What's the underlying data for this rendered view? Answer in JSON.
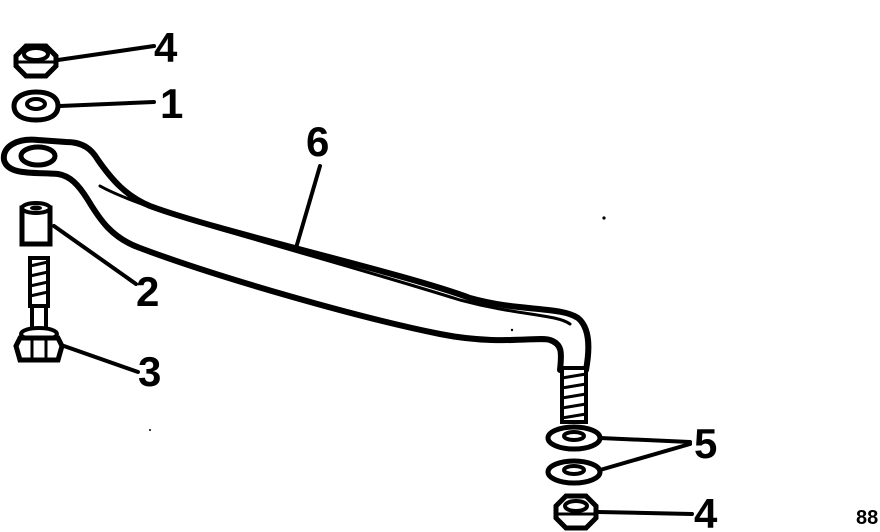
{
  "diagram": {
    "callouts": {
      "nut_top": "4",
      "washer_top": "1",
      "bushing": "2",
      "bolt": "3",
      "washers": "5",
      "link_rod": "6",
      "nut_bottom": "4"
    },
    "reference_code": "88"
  }
}
